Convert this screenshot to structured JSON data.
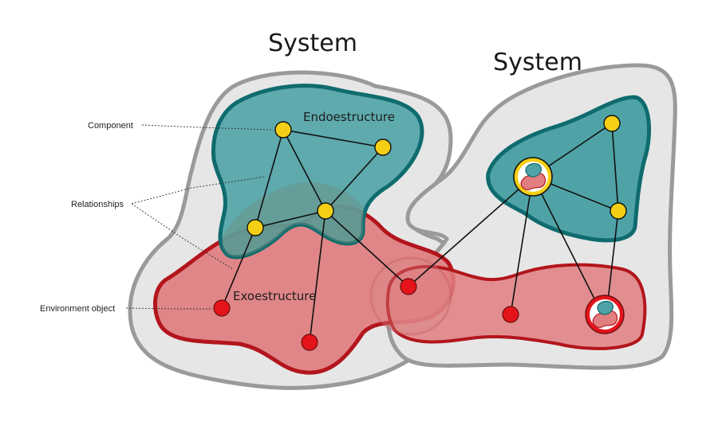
{
  "systems": [
    {
      "label": "System"
    },
    {
      "label": "System"
    }
  ],
  "areas": {
    "endo": "Endoestructure",
    "exo": "Exoestructure"
  },
  "callouts": {
    "component": "Component",
    "relationships": "Relationships",
    "environment_object": "Environment object"
  },
  "colors": {
    "system_fill": "#e6e6e6",
    "system_stroke": "#9a9a9a",
    "endo_fill": "#4fa3a6",
    "endo_stroke": "#0f6b6e",
    "exo_fill": "#e07e80",
    "exo_stroke": "#b3151c",
    "component": "#f5cf16",
    "environment_object": "#e5141b"
  }
}
